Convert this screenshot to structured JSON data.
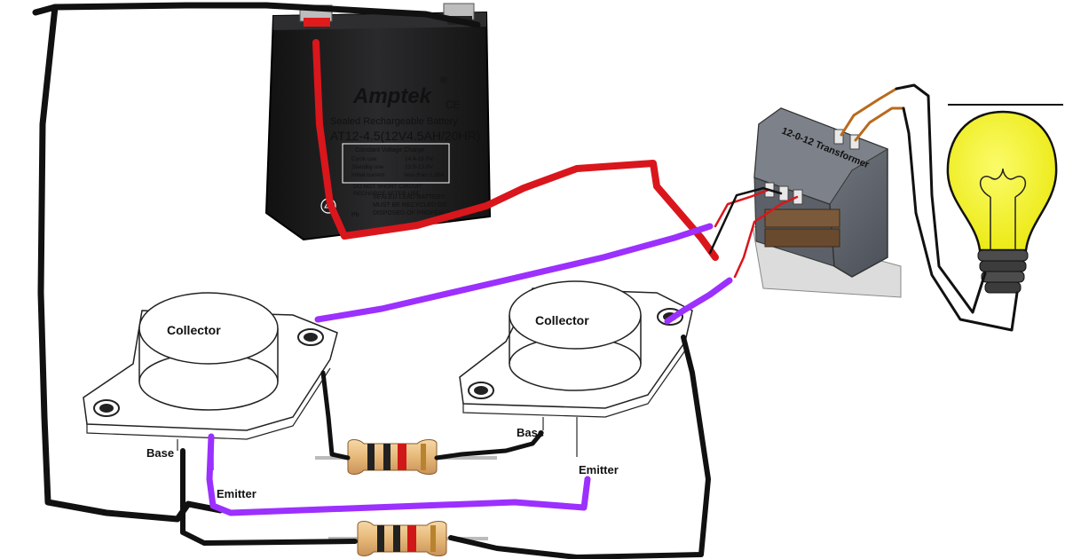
{
  "battery": {
    "brand": "Amptek",
    "registered_mark": "®",
    "ce_mark": "CE",
    "heading": "Sealed Rechargeable Battery",
    "model": "AT12-4.5(12V4.5AH/20HR)",
    "charge_title": "Constant Voltage Charge",
    "spec_rows": [
      {
        "label": "Cycle use",
        "sep": ":",
        "value": "14.4-15.0V"
      },
      {
        "label": "Standby use",
        "sep": ":",
        "value": "13.5-13.8V"
      },
      {
        "label": "Initial current",
        "sep": ":",
        "value": "less than 1.35A"
      }
    ],
    "warnings": [
      "DO NOT SHORT CIRCUIT",
      "RECHARGE AFTER USE"
    ],
    "disposal": [
      "SEALED LEAD BATTERY",
      "MUST BE RECYCLED OR",
      "DISPOSED OF PROPERLY"
    ],
    "pb_mark": "Pb"
  },
  "transformer": {
    "label": "12-0-12 Transformer"
  },
  "transistor_left": {
    "collector": "Collector",
    "base": "Base",
    "emitter": "Emitter"
  },
  "transistor_right": {
    "collector": "Collector",
    "base": "Base",
    "emitter": "Emitter"
  },
  "colors": {
    "wire_black": "#111111",
    "wire_red": "#d9161c",
    "wire_purple": "#9b30ff",
    "wire_copper": "#b86a1c",
    "bulb_yellow": "#f2f01e",
    "battery_body": "#1d1d1f"
  }
}
